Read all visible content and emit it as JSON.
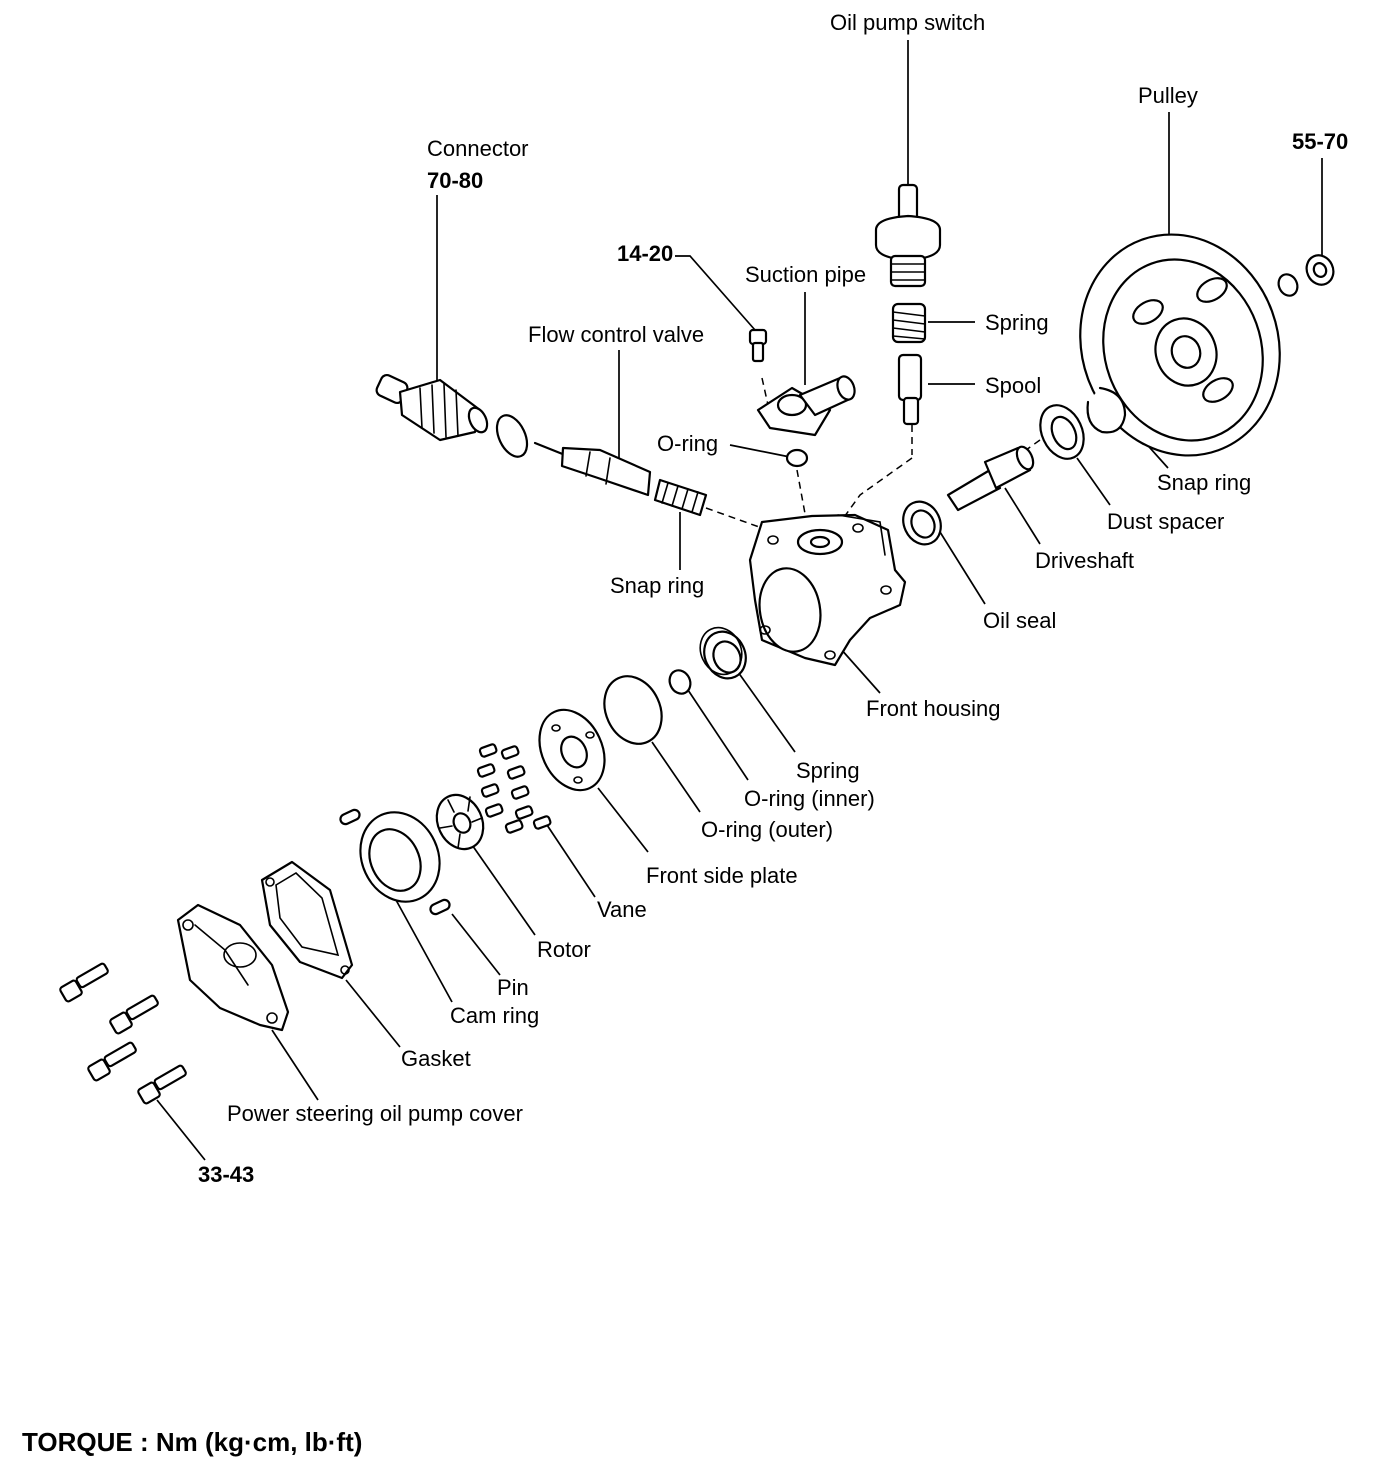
{
  "labels": {
    "oil_pump_switch": "Oil pump switch",
    "pulley": "Pulley",
    "connector": "Connector",
    "suction_pipe": "Suction pipe",
    "flow_control_valve": "Flow control valve",
    "spring_top": "Spring",
    "spool": "Spool",
    "o_ring": "O-ring",
    "snap_ring_right": "Snap ring",
    "dust_spacer": "Dust spacer",
    "driveshaft": "Driveshaft",
    "snap_ring_left": "Snap ring",
    "oil_seal": "Oil seal",
    "front_housing": "Front housing",
    "spring_lower": "Spring",
    "o_ring_inner": "O-ring (inner)",
    "o_ring_outer": "O-ring (outer)",
    "front_side_plate": "Front side plate",
    "vane": "Vane",
    "rotor": "Rotor",
    "pin": "Pin",
    "cam_ring": "Cam ring",
    "gasket": "Gasket",
    "pump_cover": "Power steering oil pump cover"
  },
  "torques": {
    "connector": "70-80",
    "pulley_nut": "55-70",
    "suction_bolt": "14-20",
    "cover_bolts": "33-43"
  },
  "footer": "TORQUE : Nm (kg·cm, lb·ft)"
}
